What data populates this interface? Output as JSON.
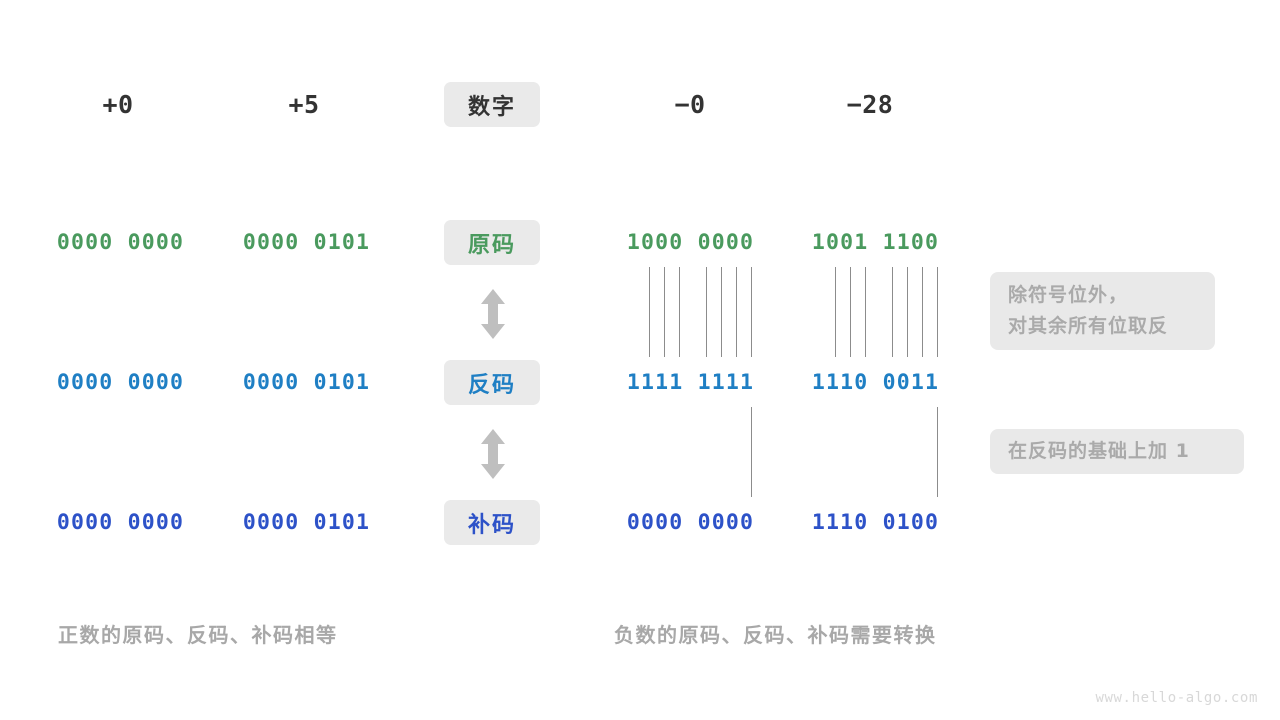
{
  "watermark": "www.hello-algo.com",
  "colors": {
    "sign_magnitude": "#4a9a5e",
    "ones_complement": "#1f7fc4",
    "twos_complement": "#2d52c8",
    "badge_bg": "#eaeaea",
    "note_bg": "#e9e9e9",
    "note_text": "#aaaaaa",
    "caption_text": "#a8a8a8",
    "header_text": "#333333",
    "connector_line": "#8c8c8c",
    "arrow": "#bfbfbf"
  },
  "row_labels": {
    "header": "数字",
    "sign_magnitude": "原码",
    "ones_complement": "反码",
    "twos_complement": "补码"
  },
  "columns": [
    {
      "header": "+0",
      "sign_magnitude": "0000 0000",
      "ones_complement": "0000 0000",
      "twos_complement": "0000 0000"
    },
    {
      "header": "+5",
      "sign_magnitude": "0000 0101",
      "ones_complement": "0000 0101",
      "twos_complement": "0000 0101"
    },
    {
      "header": "−0",
      "sign_magnitude": "1000 0000",
      "ones_complement": "1111 1111",
      "twos_complement": "0000 0000"
    },
    {
      "header": "−28",
      "sign_magnitude": "1001 1100",
      "ones_complement": "1110 0011",
      "twos_complement": "1110 0100"
    }
  ],
  "notes": {
    "invert": {
      "line1": "除符号位外，",
      "line2": "对其余所有位取反"
    },
    "add_one": {
      "line1": "在反码的基础上加 1"
    }
  },
  "captions": {
    "positive": "正数的原码、反码、补码相等",
    "negative": "负数的原码、反码、补码需要转换"
  }
}
